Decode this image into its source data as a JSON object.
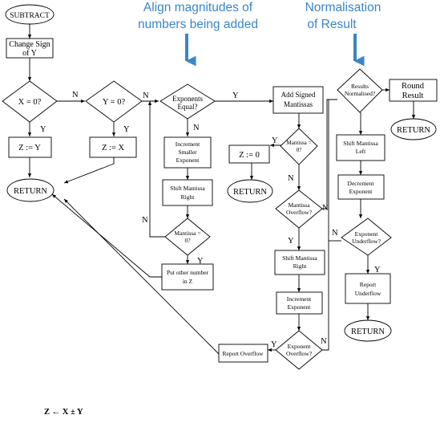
{
  "callouts": {
    "align": [
      "Align magnitudes of",
      "numbers being added"
    ],
    "normalisation": [
      "Normalisation",
      "of Result"
    ]
  },
  "nodes": {
    "subtract": [
      "SUBTRACT"
    ],
    "change_sign": [
      "Change Sign",
      "of Y"
    ],
    "x_zero": [
      "X = 0?"
    ],
    "y_zero": [
      "Y = 0?"
    ],
    "z_eq_y": [
      "Z := Y"
    ],
    "z_eq_x": [
      "Z := X"
    ],
    "return_left": [
      "RETURN"
    ],
    "exponents_equal": [
      "Exponents",
      "Equal?"
    ],
    "increment_smaller": [
      "Increment",
      "Smaller",
      "Exponent"
    ],
    "shift_right_1": [
      "Shift Mantissa",
      "Right"
    ],
    "mantissa_zero_1": [
      "Mantissa =",
      "0?"
    ],
    "put_other": [
      "Put other number",
      "in Z"
    ],
    "add_signed": [
      "Add Signed",
      "Mantissas"
    ],
    "mantissa_zero_2": [
      "Mantissa =",
      "0?"
    ],
    "z_eq_0": [
      "Z := 0"
    ],
    "return_mid": [
      "RETURN"
    ],
    "mantissa_overflow": [
      "Mantissa",
      "Overflow?"
    ],
    "shift_right_2": [
      "Shift Mantissa",
      "Right"
    ],
    "increment_exponent": [
      "Increment",
      "Exponent"
    ],
    "exponent_overflow": [
      "Exponent",
      "Overflow?"
    ],
    "report_overflow": [
      "Report Overflow"
    ],
    "results_normalised": [
      "Results",
      "Normalised?"
    ],
    "round_result": [
      "Round",
      "Result"
    ],
    "return_right_top": [
      "RETURN"
    ],
    "shift_left": [
      "Shift Mantissa",
      "Left"
    ],
    "decrement_exponent": [
      "Decrement",
      "Exponent"
    ],
    "exponent_underflow": [
      "Exponent",
      "Underflow?"
    ],
    "report_underflow": [
      "Report",
      "Underflow"
    ],
    "return_right_bottom": [
      "RETURN"
    ]
  },
  "edge_labels": {
    "n1": "N",
    "n2": "N",
    "y_exp": "Y",
    "n_exp": "N",
    "y1": "Y",
    "y2": "Y",
    "n_loop": "N",
    "y_put": "Y",
    "y_m0": "Y",
    "n_m0": "N",
    "n_mo": "N",
    "y_mo": "Y",
    "y_eo": "Y",
    "n_eo": "N",
    "n_eu": "N",
    "y_eu": "Y"
  },
  "formula": "Z ← X ± Y"
}
